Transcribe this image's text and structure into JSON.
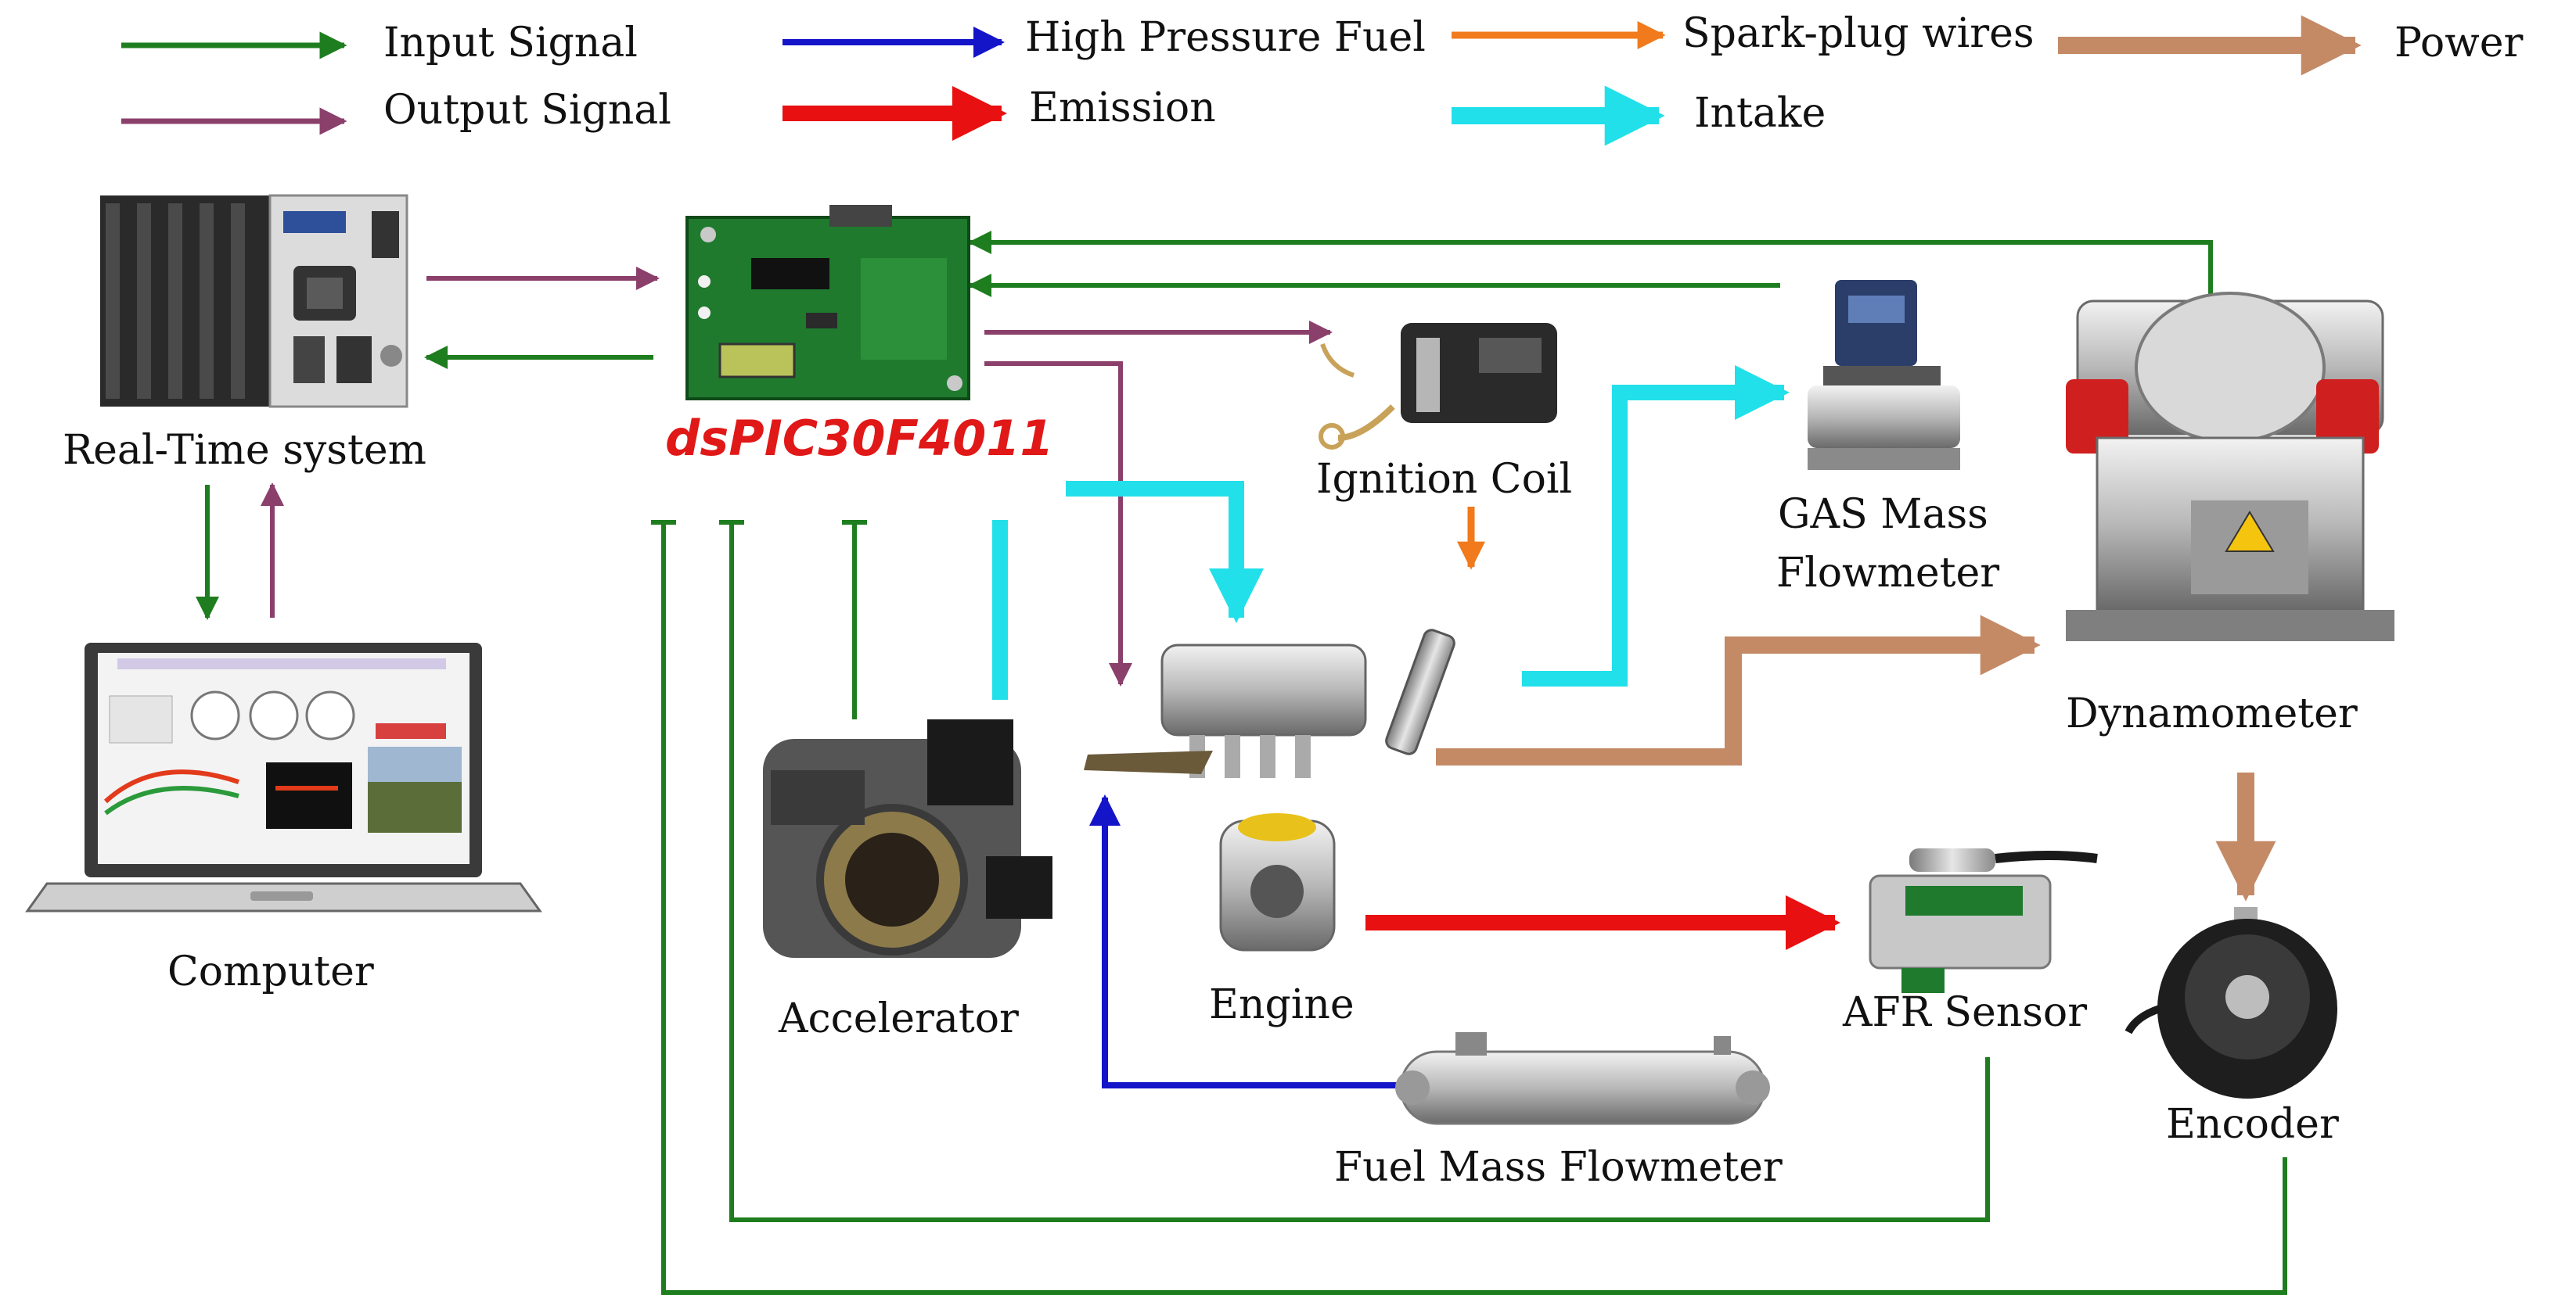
{
  "legend": {
    "input_signal": "Input Signal",
    "output_signal": "Output Signal",
    "high_pressure_fuel": "High Pressure Fuel",
    "emission": "Emission",
    "spark_plug_wires": "Spark-plug wires",
    "intake": "Intake",
    "power": "Power"
  },
  "components": {
    "realtime": "Real-Time system",
    "computer": "Computer",
    "dspic": "dsPIC30F4011",
    "ignition_coil": "Ignition Coil",
    "gas_mass_1": "GAS Mass",
    "gas_mass_2": "Flowmeter",
    "dynamometer": "Dynamometer",
    "accelerator": "Accelerator",
    "engine": "Engine",
    "afr_sensor": "AFR Sensor",
    "encoder": "Encoder",
    "fuel_mass": "Fuel Mass Flowmeter"
  },
  "colors": {
    "input_signal": "#1e7d1e",
    "output_signal": "#8b3f6b",
    "high_pressure_fuel": "#1414c8",
    "emission": "#e81010",
    "spark_plug_wires": "#f07a1c",
    "intake": "#22e0ea",
    "power": "#c48a66",
    "label_red": "#e01818"
  }
}
